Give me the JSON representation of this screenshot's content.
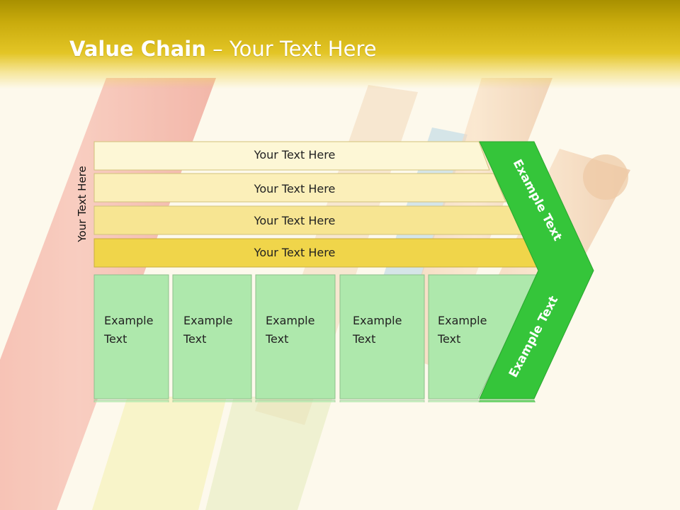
{
  "title": {
    "main": "Value Chain",
    "separator": " – ",
    "rest": "Your Text Here"
  },
  "side_label": "Your Text Here",
  "bars": [
    {
      "label": "Your Text Here",
      "color": "#fdf7d6"
    },
    {
      "label": "Your Text Here",
      "color": "#fbefb9"
    },
    {
      "label": "Your Text Here",
      "color": "#f7e592"
    },
    {
      "label": "Your Text Here",
      "color": "#f0d54a"
    }
  ],
  "boxes": [
    {
      "line1": "Example",
      "line2": "Text"
    },
    {
      "line1": "Example",
      "line2": "Text"
    },
    {
      "line1": "Example",
      "line2": "Text"
    },
    {
      "line1": "Example",
      "line2": "Text"
    },
    {
      "line1": "Example",
      "line2": "Text"
    }
  ],
  "chevron": {
    "upper_label": "Example Text",
    "lower_label": "Example Text",
    "color": "#35c53a"
  },
  "box_color": "#aee8ac"
}
